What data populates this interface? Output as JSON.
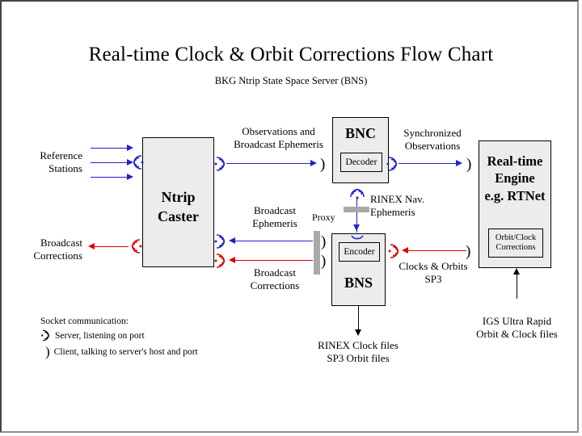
{
  "page": {
    "title": "Real-time Clock & Orbit Corrections Flow Chart",
    "subtitle": "BKG Ntrip State Space Server  (BNS)"
  },
  "colors": {
    "blue": "#2222cc",
    "red": "#dd0000",
    "black": "#000000",
    "box_fill": "#ececec",
    "proxy_bar": "#a9a9a9",
    "canvas_border_dark": "#454545",
    "canvas_border_light": "#909090"
  },
  "nodes": {
    "ntrip_caster": {
      "label": "Ntrip\nCaster"
    },
    "bnc": {
      "label": "BNC",
      "inner": "Decoder"
    },
    "bns": {
      "label": "BNS",
      "inner": "Encoder"
    },
    "rte": {
      "label": "Real-time\nEngine\ne.g. RTNet",
      "inner": "Orbit/Clock\nCorrections"
    }
  },
  "labels": {
    "reference_stations": "Reference\nStations",
    "broadcast_corrections_left": "Broadcast\nCorrections",
    "observations_and_broadcast_ephemeris": "Observations and\nBroadcast Ephemeris",
    "synchronized_observations": "Synchronized\nObservations",
    "rinex_nav_ephemeris": "RINEX Nav.\nEphemeris",
    "broadcast_ephemeris": "Broadcast\nEphemeris",
    "broadcast_corrections_mid": "Broadcast\nCorrections",
    "proxy": "Proxy",
    "clocks_and_orbits_sp3": "Clocks & Orbits\nSP3",
    "rinex_clock_sp3_files": "RINEX Clock files\nSP3 Orbit files",
    "igs_ultra_rapid": "IGS Ultra Rapid\nOrbit & Clock files"
  },
  "legend": {
    "heading": "Socket communication:",
    "items": [
      {
        "icon": "server-socket-icon",
        "text": "Server, listening on port"
      },
      {
        "icon": "client-socket-icon",
        "text": "Client, talking to server's host and port"
      }
    ]
  }
}
